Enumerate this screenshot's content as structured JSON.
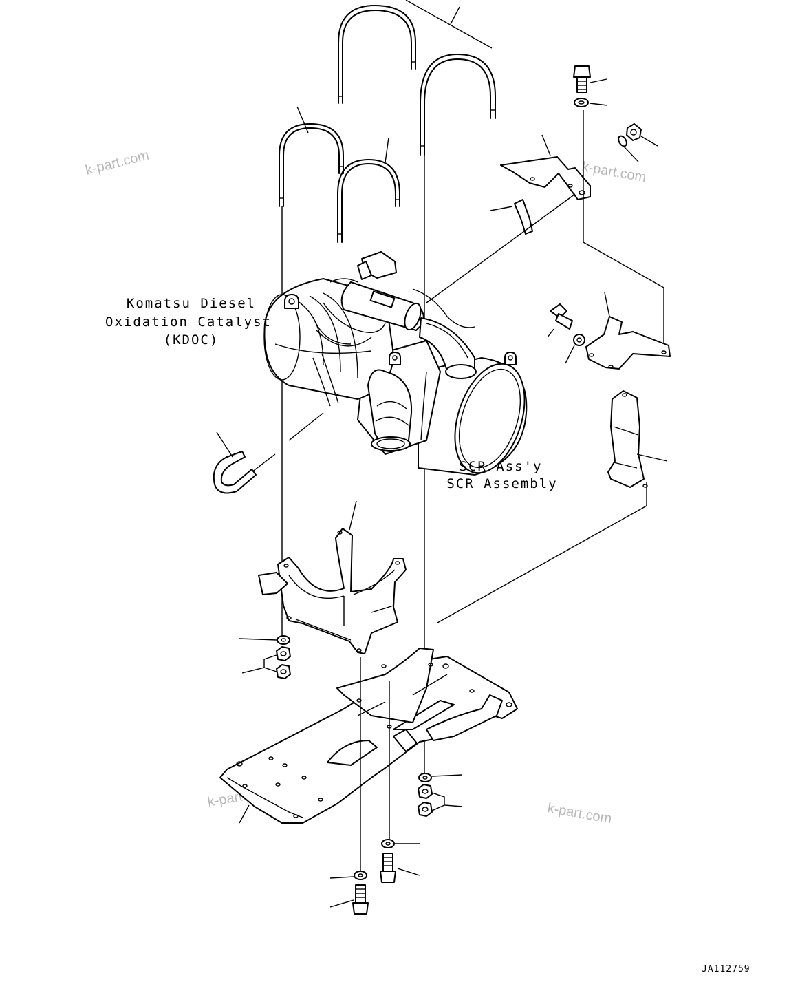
{
  "labels": {
    "kdoc_line1": "Komatsu Diesel",
    "kdoc_line2": "Oxidation Catalyst",
    "kdoc_line3": "(KDOC)",
    "scr_line1": "SCR Ass'y",
    "scr_line2": "SCR Assembly",
    "drawing_code": "JA112759"
  },
  "watermarks": [
    "k-part.com",
    "k-part.com",
    "k-part.com",
    "k-part.com"
  ]
}
